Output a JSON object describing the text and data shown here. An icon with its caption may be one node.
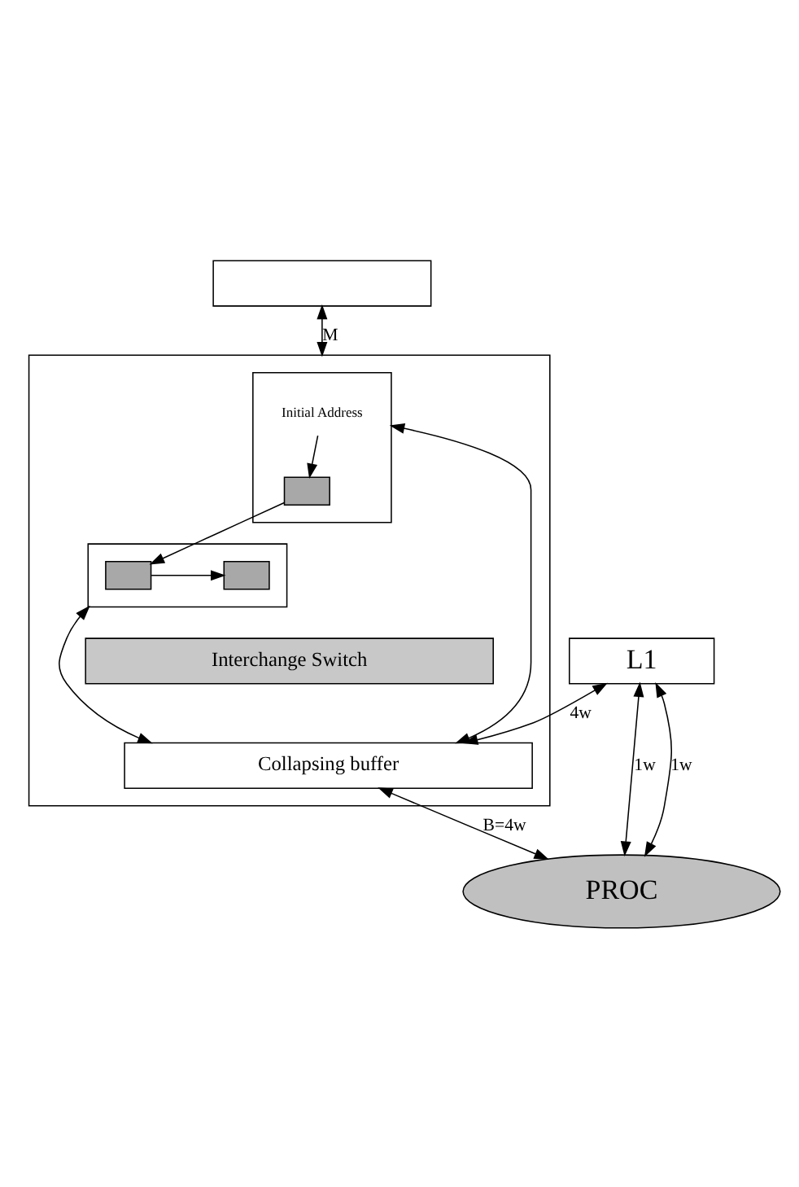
{
  "diagram": {
    "nodes": [
      {
        "text": [],
        "shape": "box"
      },
      {
        "text": [],
        "shape": "box"
      },
      {
        "text": [],
        "shape": "box",
        "in": 1
      },
      {
        "text": [],
        "shape": "box",
        "in": 1
      },
      {
        "text": [
          "Interchange Switch"
        ],
        "in": 1
      },
      {
        "text": [
          "Collapsing buffer"
        ],
        "in": 1
      },
      {
        "text": [
          "L1"
        ]
      },
      {
        "text": [
          "PROC"
        ]
      },
      {
        "text": [
          "Initial Address"
        ],
        "in": 2
      },
      {
        "text": [],
        "shape": "bar",
        "in": 2
      },
      {
        "text": [],
        "shape": "bar",
        "in": 3
      },
      {
        "text": [],
        "shape": "bar",
        "in": 3
      }
    ],
    "edges": [
      {
        "from": 0,
        "to": 1,
        "arrow": "both",
        "label": "M"
      },
      {
        "from": 8,
        "to": 9,
        "arrow": "to"
      },
      {
        "from": 9,
        "to": 10,
        "arrow": "to"
      },
      {
        "from": 10,
        "to": 11,
        "arrow": "to"
      },
      {
        "from": 2,
        "to": 5,
        "arrow": "both"
      },
      {
        "from": 3,
        "to": 5,
        "arrow": "both"
      },
      {
        "from": 5,
        "to": 7,
        "arrow": "both",
        "label": "B=4w"
      },
      {
        "from": 6,
        "to": 5,
        "arrow": "both",
        "label": "4w"
      },
      {
        "from": 6,
        "to": 7,
        "arrow": "both",
        "label": "1w"
      },
      {
        "from": 6,
        "to": 7,
        "arrow": "both",
        "label": "1w"
      }
    ]
  }
}
